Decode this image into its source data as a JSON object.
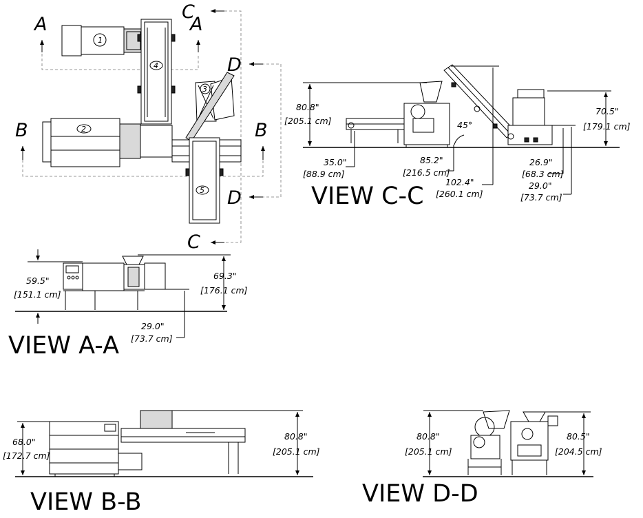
{
  "plan_view": {
    "section_markers": {
      "a": "A",
      "b": "B",
      "c": "C",
      "d": "D"
    },
    "callouts": [
      "1",
      "2",
      "3",
      "4",
      "5"
    ]
  },
  "view_cc": {
    "title": "VIEW C-C",
    "dims": {
      "overall_height": {
        "in": "80.8\"",
        "cm": "[205.1 cm]"
      },
      "hopper_height": {
        "in": "70.5\"",
        "cm": "[179.1 cm]"
      },
      "height_35": {
        "in": "35.0\"",
        "cm": "[88.9 cm]"
      },
      "length_85": {
        "in": "85.2\"",
        "cm": "[216.5 cm]"
      },
      "length_102": {
        "in": "102.4\"",
        "cm": "[260.1 cm]"
      },
      "height_26": {
        "in": "26.9\"",
        "cm": "[68.3 cm]"
      },
      "height_29": {
        "in": "29.0\"",
        "cm": "[73.7 cm]"
      },
      "angle": "45°"
    }
  },
  "view_aa": {
    "title": "VIEW A-A",
    "dims": {
      "left_height": {
        "in": "59.5\"",
        "cm": "[151.1 cm]"
      },
      "right_height": {
        "in": "69.3\"",
        "cm": "[176.1 cm]"
      },
      "bottom_height": {
        "in": "29.0\"",
        "cm": "[73.7 cm]"
      }
    }
  },
  "view_bb": {
    "title": "VIEW B-B",
    "dims": {
      "left_height": {
        "in": "68.0\"",
        "cm": "[172.7 cm]"
      },
      "right_height": {
        "in": "80.8\"",
        "cm": "[205.1 cm]"
      }
    }
  },
  "view_dd": {
    "title": "VIEW D-D",
    "dims": {
      "left_height": {
        "in": "80.8\"",
        "cm": "[205.1 cm]"
      },
      "right_height": {
        "in": "80.5\"",
        "cm": "[204.5 cm]"
      }
    }
  }
}
